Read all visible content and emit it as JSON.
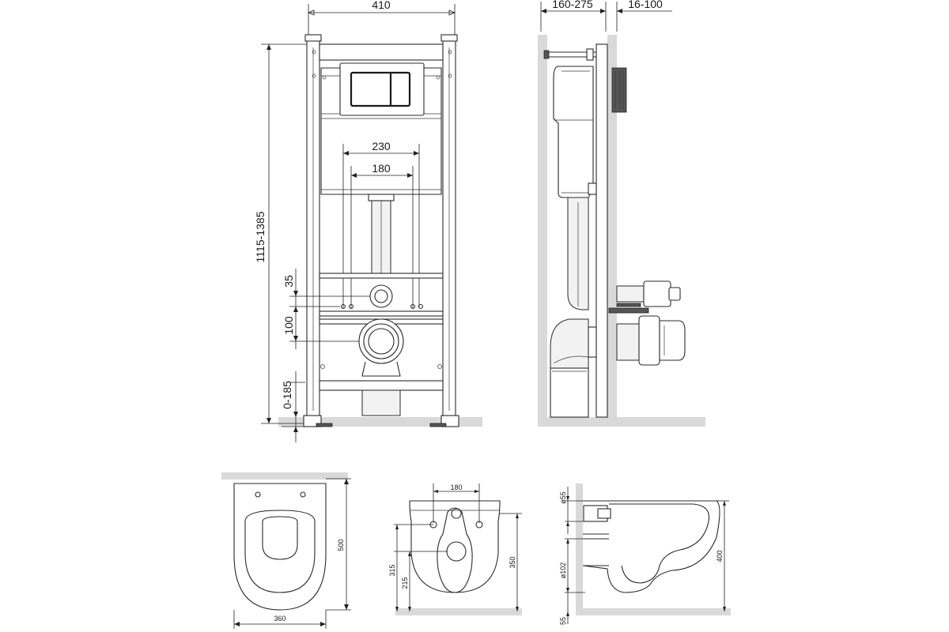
{
  "dimensions": {
    "frame_width": "410",
    "frame_height": "1115-1385",
    "flush_spacing_outer": "230",
    "flush_spacing_inner": "180",
    "dim_35": "35",
    "dim_100": "100",
    "dim_0_185": "0-185",
    "wall_depth": "160-275",
    "panel_depth": "16-100",
    "bowl_length": "500",
    "bowl_width": "360",
    "mount_spacing": "180",
    "mount_height_315": "315",
    "mount_height_215": "215",
    "bowl_height_350": "350",
    "inlet_diameter": "ø55",
    "outlet_diameter": "ø102",
    "side_height": "400",
    "side_offset": "55"
  },
  "colors": {
    "line": "#2a2a2a",
    "wall": "#d9d9d9",
    "background": "#ffffff"
  }
}
